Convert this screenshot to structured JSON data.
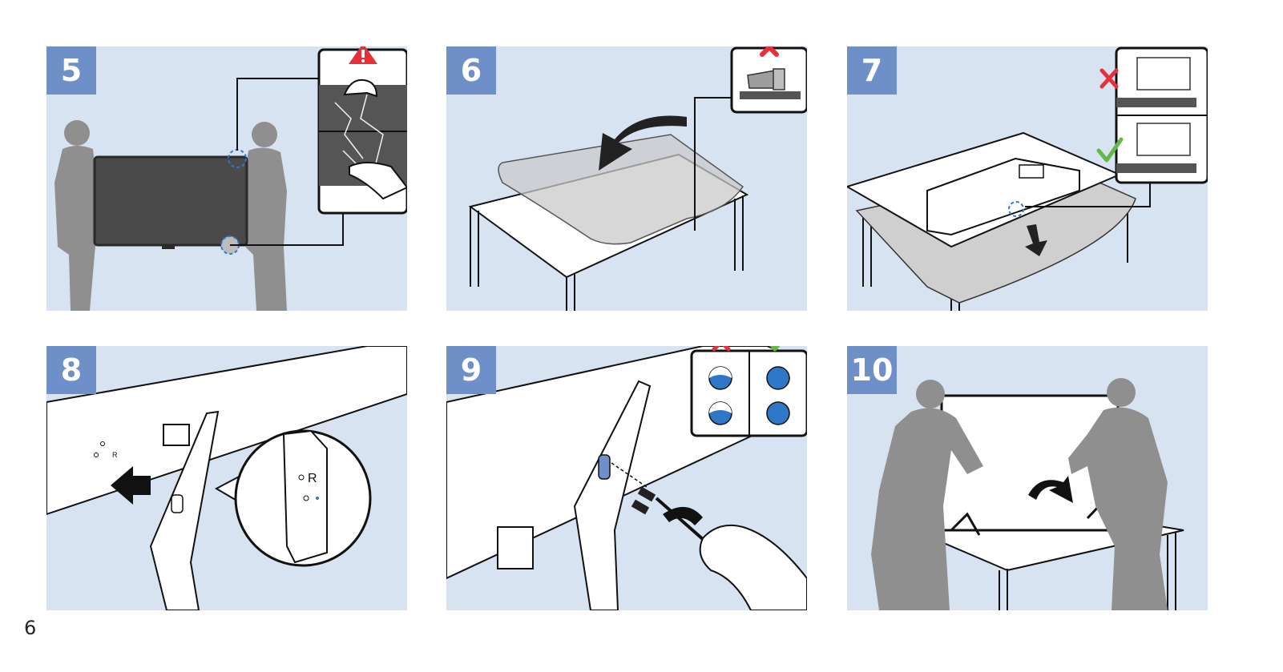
{
  "page": {
    "number": "6"
  },
  "colors": {
    "panel_bg": "#d8e3f1",
    "badge_bg": "#6f8fc9",
    "person": "#8f8f8f",
    "screen": "#4a4a4a",
    "warning_red": "#e5303a",
    "check_green": "#64b845",
    "highlight_blue": "#2f78c8",
    "cushion": "#cfcfcf"
  },
  "steps": [
    {
      "number": "5",
      "icons": [
        "person-icon",
        "tv-icon",
        "warning-icon",
        "cracked-screen-icon",
        "hand-icon"
      ]
    },
    {
      "number": "6",
      "icons": [
        "table-icon",
        "protective-sheet-icon",
        "curved-arrow-icon",
        "cross-icon",
        "screw-icon"
      ]
    },
    {
      "number": "7",
      "icons": [
        "table-icon",
        "tv-back-icon",
        "down-arrow-icon",
        "cross-icon",
        "check-icon"
      ]
    },
    {
      "number": "8",
      "icons": [
        "tv-back-icon",
        "stand-leg-icon",
        "arrow-icon",
        "magnifier-icon"
      ],
      "labels": {
        "left_mark": "R",
        "zoom_mark": "R"
      }
    },
    {
      "number": "9",
      "icons": [
        "screw-icon",
        "screwdriver-icon",
        "hand-icon",
        "cross-icon",
        "check-icon",
        "screw-hole-icon"
      ]
    },
    {
      "number": "10",
      "icons": [
        "person-icon",
        "tv-icon",
        "table-icon",
        "curved-arrow-icon"
      ]
    }
  ]
}
